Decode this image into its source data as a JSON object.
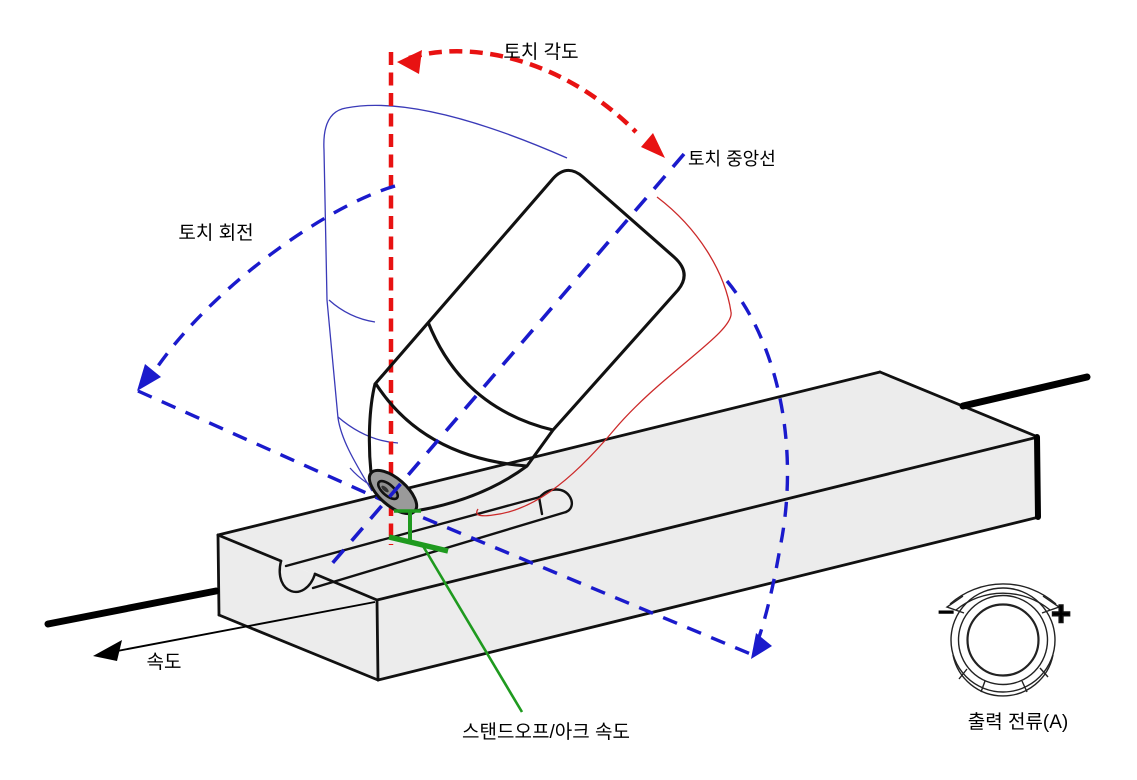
{
  "diagram": {
    "title_context": "plasma-torch-gouging-technique-diagram",
    "labels": {
      "torch_angle": "토치 각도",
      "torch_centerline": "토치 중앙선",
      "torch_rotation": "토치 회전",
      "speed": "속도",
      "standoff_arc_speed": "스탠드오프/아크 속도",
      "output_current": "출력 전류(A)",
      "current_decrease": "−",
      "current_increase": "+"
    },
    "colors": {
      "angle_line_red": "#e81212",
      "rotation_line_blue": "#1a1acc",
      "standoff_line_green": "#1f9a1f",
      "torch_body_gray": "#8f8f8f",
      "workpiece_gray": "#ececec",
      "outline": "#111111"
    },
    "icons": {
      "knob": "output-current-knob-icon",
      "rotation_arrow": "knob-rotation-arrow-icon",
      "speed_arrow": "speed-direction-arrow-icon"
    }
  }
}
